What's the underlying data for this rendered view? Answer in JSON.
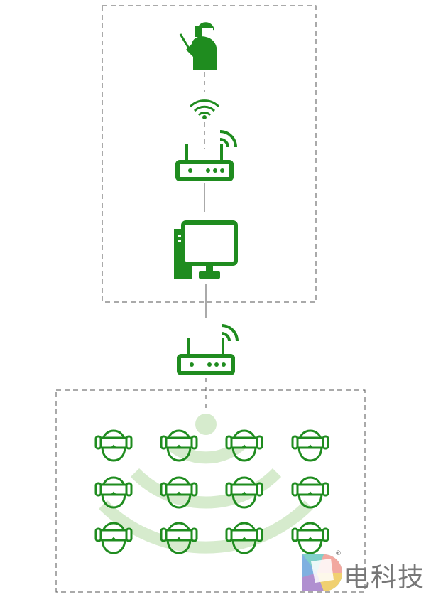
{
  "colors": {
    "icon": "#1f8c1f",
    "wave": "#d6ebcd",
    "dash": "#555555"
  },
  "watermark": {
    "text": "电科技",
    "registered": "®"
  },
  "headset_grid": {
    "rows": 3,
    "cols": 4
  }
}
